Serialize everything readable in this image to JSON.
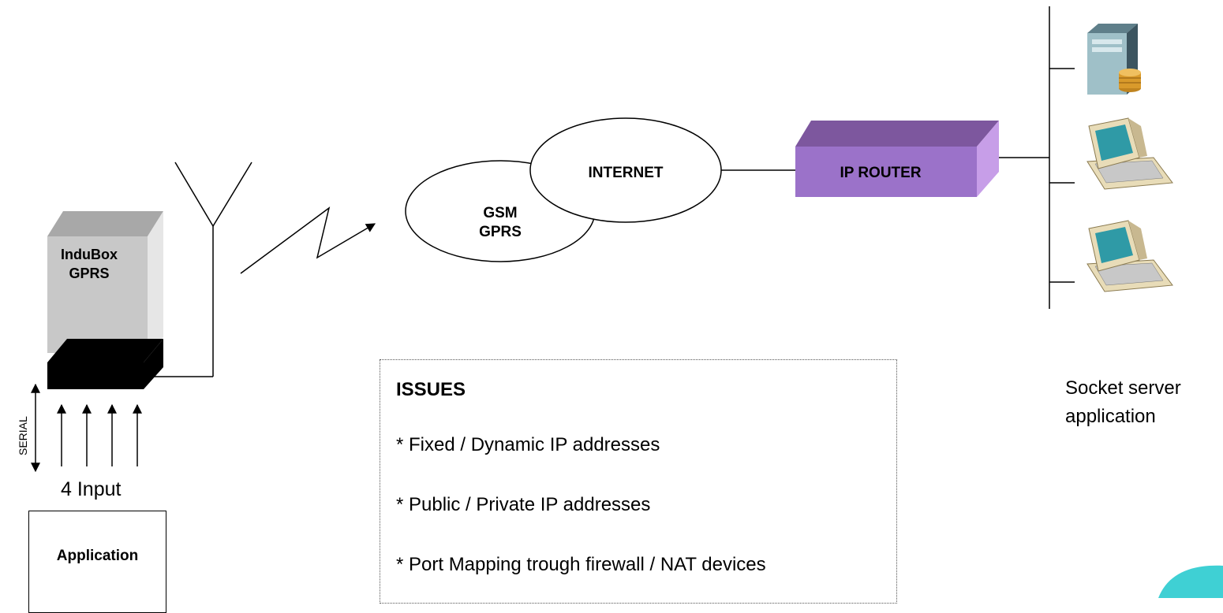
{
  "labels": {
    "indubox_line1": "InduBox",
    "indubox_line2": "GPRS",
    "gsm_line1": "GSM",
    "gsm_line2": "GPRS",
    "internet": "INTERNET",
    "ip_router": "IP ROUTER",
    "serial": "SERIAL",
    "input": "4 Input",
    "application": "Application",
    "socket_line1": "Socket server",
    "socket_line2": "application"
  },
  "issues": {
    "title": "ISSUES",
    "items": [
      "* Fixed / Dynamic IP addresses",
      "* Public / Private IP addresses",
      "* Port Mapping trough firewall / NAT devices"
    ]
  },
  "colors": {
    "router_front": "#9b72c9",
    "router_top": "#7d579e",
    "router_side": "#c79ee8",
    "box_front": "#c8c8c8",
    "box_top": "#a8a8a8",
    "box_side": "#e6e6e6",
    "device_black": "#000000",
    "accent_teal": "#3fd0d4"
  }
}
